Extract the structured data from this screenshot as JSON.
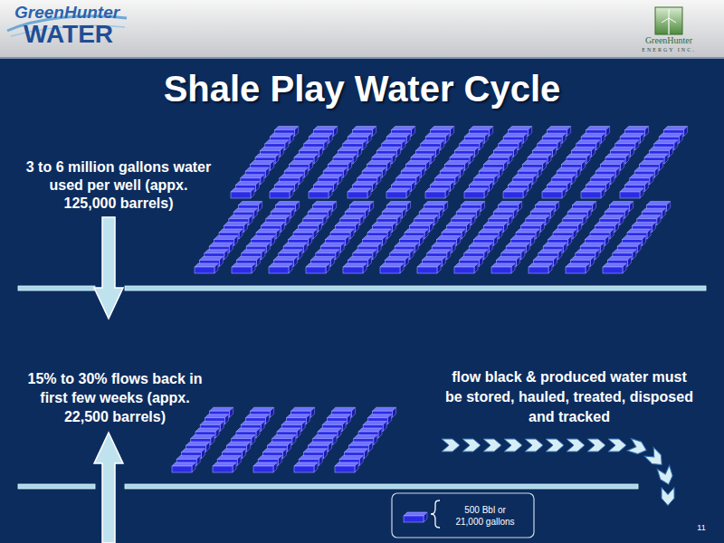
{
  "diagram": {
    "title": "Shale Play Water Cycle",
    "labels": [
      "GreenHunter",
      "WATER",
      "GreenHunter",
      "ENERGY INC.",
      "3 to 6 million gallons water used per well (appx. 125,000 barrels)",
      "15% to 30% flows back in first few weeks (appx. 22,500 barrels)",
      "flow black & produced water must be stored, hauled, treated, disposed and tracked",
      "11"
    ],
    "legend": [
      {
        "text": "500 Bbl or 21,000 gallons",
        "color": "#2b2be6"
      }
    ]
  }
}
